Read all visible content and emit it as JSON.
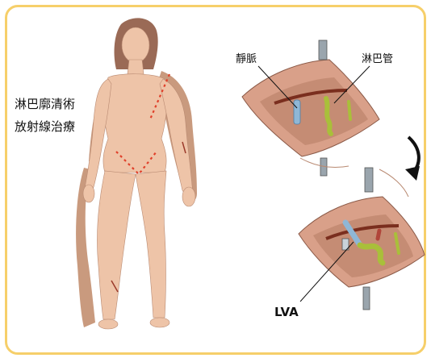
{
  "left_caption": {
    "line1": "淋巴廓清術",
    "line2": "放射線治療"
  },
  "labels": {
    "vein": "靜脈",
    "lymphatic": "淋巴管",
    "lva": "LVA"
  },
  "colors": {
    "frame": "#f6cf6a",
    "skin": "#eec4a8",
    "skin_swollen": "#c99a7e",
    "incision_line": "#e0402a",
    "vein": "#8fb7d6",
    "lymphatic": "#a9bf3a",
    "tissue": "#c58c74",
    "arrow": "#111111"
  }
}
